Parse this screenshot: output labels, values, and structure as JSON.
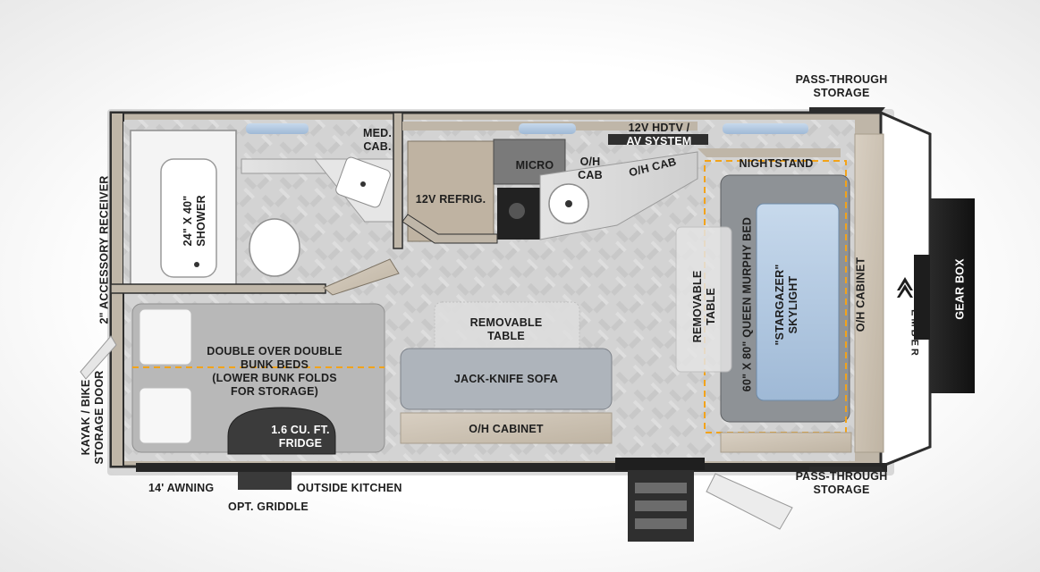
{
  "labels": {
    "pass_through_top_1": "PASS-THROUGH",
    "pass_through_top_2": "STORAGE",
    "pass_through_bottom_1": "PASS-THROUGH",
    "pass_through_bottom_2": "STORAGE",
    "med_cab_1": "MED.",
    "med_cab_2": "CAB.",
    "hdtv_1": "12V HDTV /",
    "hdtv_2": "AV SYSTEM",
    "micro": "MICRO",
    "oh_cab_small_1": "O/H",
    "oh_cab_small_2": "CAB",
    "oh_cab_angled": "O/H CAB",
    "nightstand": "NIGHTSTAND",
    "refrig": "12V REFRIG.",
    "shower_1": "24\" X 40\"",
    "shower_2": "SHOWER",
    "accessory_receiver": "2\" ACCESSORY RECEIVER",
    "kayak_1": "KAYAK / BIKE",
    "kayak_2": "STORAGE DOOR",
    "bunk_1": "DOUBLE OVER DOUBLE",
    "bunk_2": "BUNK BEDS",
    "bunk_3": "(LOWER BUNK FOLDS",
    "bunk_4": "FOR STORAGE)",
    "fridge_1": "1.6 CU. FT.",
    "fridge_2": "FRIDGE",
    "removable_table_center_1": "REMOVABLE",
    "removable_table_center_2": "TABLE",
    "jackknife_sofa": "JACK-KNIFE SOFA",
    "oh_cabinet_bottom": "O/H CABINET",
    "removable_table_side_1": "REMOVABLE",
    "removable_table_side_2": "TABLE",
    "murphy_bed": "60\" X 80\" QUEEN MURPHY BED",
    "skylight_1": "\"STARGAZER\"",
    "skylight_2": "SKYLIGHT",
    "oh_cabinet_right": "O/H CABINET",
    "gear_box": "GEAR BOX",
    "ember_logo": "EMBER",
    "awning": "14' AWNING",
    "outside_kitchen": "OUTSIDE KITCHEN",
    "opt_griddle": "OPT. GRIDDLE"
  },
  "colors": {
    "wall_dark": "#3a3a3a",
    "wall_trim": "#bcb3a4",
    "floor": "#d4d4d4",
    "cabinet": "#cdc2b1",
    "upholstery": "#b2b8bf",
    "window": "#a9c4e0",
    "accent_dashed": "#f2a31a"
  }
}
